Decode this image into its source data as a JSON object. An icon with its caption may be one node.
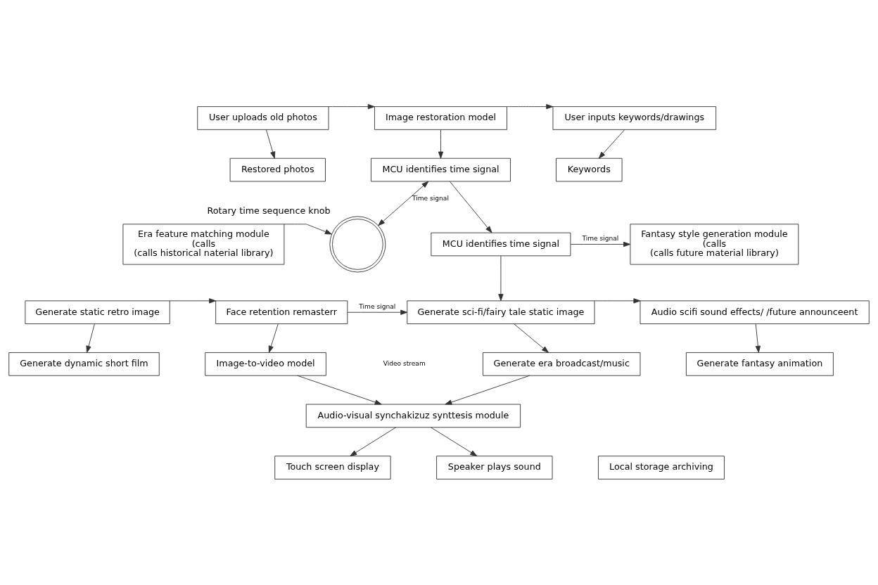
{
  "diagram": {
    "nodes": [
      {
        "text": [
          "User uploads old photos"
        ]
      },
      {
        "text": [
          "Image restoration model"
        ]
      },
      {
        "text": [
          "User inputs keywords/drawings"
        ]
      },
      {
        "text": [
          "Restored photos"
        ]
      },
      {
        "text": [
          "MCU identifies time signal"
        ]
      },
      {
        "text": [
          "Keywords"
        ]
      },
      {
        "text": [
          "Era feature matching module",
          "(calls",
          "(calls historical naterial library)"
        ]
      },
      {
        "text": [],
        "shape": "circle",
        "beside": [
          "Rotary time sequence knob"
        ]
      },
      {
        "text": [
          "MCU identifies time signal"
        ]
      },
      {
        "text": [
          "Fantasy style generation module",
          "(calls",
          "(calls future material library)"
        ]
      },
      {
        "text": [
          "Generate static retro image"
        ]
      },
      {
        "text": [
          "Face retention remasterr"
        ]
      },
      {
        "text": [
          "Generate sci-fi/fairy tale static image"
        ]
      },
      {
        "text": [
          "Audio scifi sound effects/ /future announceent"
        ]
      },
      {
        "text": [
          "Generate dynamic short film"
        ]
      },
      {
        "text": [
          "Image-to-video model"
        ]
      },
      {
        "text": [
          "Generate era broadcast/music"
        ]
      },
      {
        "text": [
          "Generate fantasy animation"
        ]
      },
      {
        "text": [
          "Audio-visual synchakizuz synttesis module"
        ]
      },
      {
        "text": [
          "Touch screen display"
        ]
      },
      {
        "text": [
          "Speaker plays sound"
        ]
      },
      {
        "text": [
          "Local storage archiving"
        ]
      }
    ],
    "edges": [
      {
        "from": 0,
        "to": 1,
        "arrow": "to"
      },
      {
        "from": 1,
        "to": 2,
        "arrow": "to"
      },
      {
        "from": 0,
        "to": 3,
        "arrow": "to"
      },
      {
        "from": 1,
        "to": 4,
        "arrow": "to"
      },
      {
        "from": 2,
        "to": 5,
        "arrow": "to"
      },
      {
        "from": 4,
        "to": 7,
        "arrow": "both",
        "label": "Time signal"
      },
      {
        "from": 6,
        "to": 7,
        "arrow": "to"
      },
      {
        "from": 4,
        "to": 8,
        "arrow": "to"
      },
      {
        "from": 8,
        "to": 9,
        "arrow": "to",
        "label": "Time signal"
      },
      {
        "from": 8,
        "to": 12,
        "arrow": "to"
      },
      {
        "from": 10,
        "to": 11,
        "arrow": "to"
      },
      {
        "from": 11,
        "to": 12,
        "arrow": "to",
        "label": "Time signal"
      },
      {
        "from": 12,
        "to": 13,
        "arrow": "to"
      },
      {
        "from": 10,
        "to": 14,
        "arrow": "to"
      },
      {
        "from": 11,
        "to": 15,
        "arrow": "to"
      },
      {
        "from": 12,
        "to": 16,
        "arrow": "to"
      },
      {
        "from": 13,
        "to": 17,
        "arrow": "to"
      },
      {
        "from": 15,
        "to": 18,
        "arrow": "to"
      },
      {
        "from": 16,
        "to": 18,
        "arrow": "to"
      },
      {
        "from": 18,
        "to": 19,
        "arrow": "to"
      },
      {
        "from": 18,
        "to": 20,
        "arrow": "to"
      }
    ],
    "labels": [
      "Video stream"
    ]
  }
}
